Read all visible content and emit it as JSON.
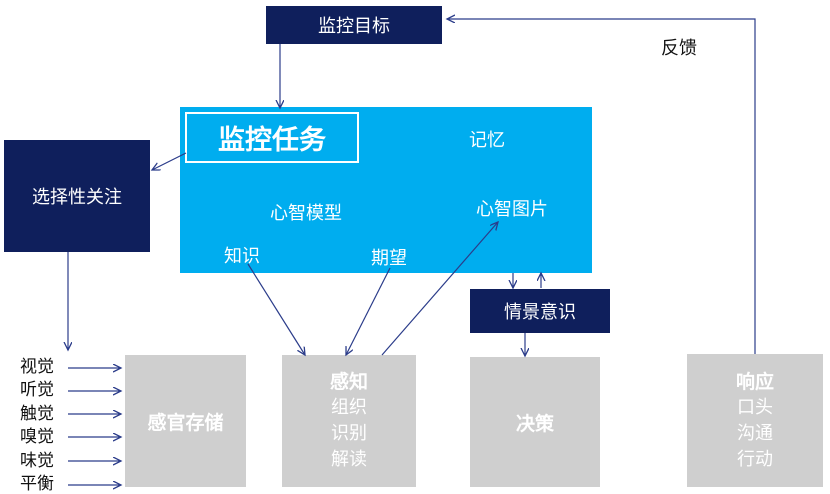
{
  "nodes": {
    "monitoring_goal": "监控目标",
    "feedback": "反馈",
    "selective_attention": "选择性关注",
    "monitoring_task": "监控任务",
    "memory": "记忆",
    "mental_model": "心智模型",
    "mental_picture": "心智图片",
    "knowledge": "知识",
    "expectation": "期望",
    "situation_awareness": "情景意识",
    "sensory_storage": "感官存储",
    "perception": {
      "title": "感知",
      "items": [
        "组织",
        "识别",
        "解读"
      ]
    },
    "decision": "决策",
    "response": {
      "title": "响应",
      "items": [
        "口头",
        "沟通",
        "行动"
      ]
    }
  },
  "senses": [
    "视觉",
    "听觉",
    "触觉",
    "嗅觉",
    "味觉",
    "平衡"
  ],
  "colors": {
    "navy": "#0f1f5c",
    "cyan": "#00adef",
    "grey": "#cfcfcf",
    "line": "#2b3c8a"
  }
}
